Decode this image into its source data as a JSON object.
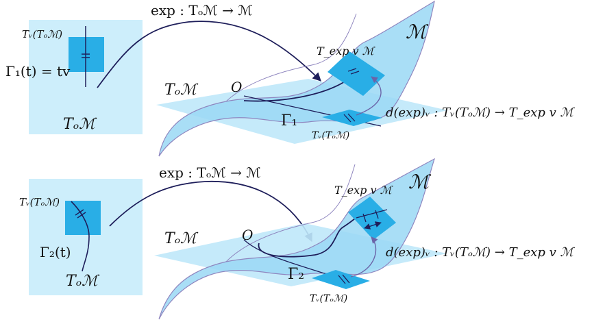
{
  "panel_top": {
    "tangent_space_label": "Tₒℳ",
    "tangent_at_v_label": "Tᵥ(Tₒℳ)",
    "curve_label": "Γ₁(t) = tv",
    "exp_map_label": "exp : Tₒℳ → ℳ",
    "manifold_label": "ℳ",
    "plane_label": "Tₒℳ",
    "origin_label": "O",
    "gamma_label": "Γ₁",
    "small_tangent_label": "Tᵥ(Tₒℳ)",
    "target_tangent_label": "T_exp v ℳ",
    "differential_label": "d(exp)ᵥ : Tᵥ(Tₒℳ) → T_exp v ℳ"
  },
  "panel_bottom": {
    "tangent_space_label": "Tₒℳ",
    "tangent_at_v_label": "Tᵥ(Tₒℳ)",
    "curve_label": "Γ₂(t)",
    "exp_map_label": "exp : Tₒℳ → ℳ",
    "manifold_label": "ℳ",
    "plane_label": "Tₒℳ",
    "origin_label": "O",
    "gamma_label": "Γ₂",
    "small_tangent_label": "Tᵥ(Tₒℳ)",
    "target_tangent_label": "T_exp v ℳ",
    "differential_label": "d(exp)ᵥ : Tᵥ(Tₒℳ) → T_exp v ℳ"
  },
  "colors": {
    "light_blue": "#cdeefb",
    "plane_blue": "#bfe8fa",
    "manifold_blue": "#9ad8f4",
    "square_blue": "#29aee6",
    "navy": "#1e1e5a",
    "purple_edge": "#8f86bf"
  }
}
